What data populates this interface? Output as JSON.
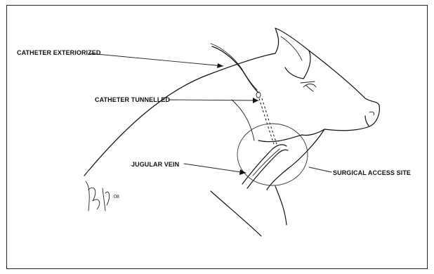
{
  "labels": {
    "catheter_exteriorized": "CATHETER EXTERIORIZED",
    "catheter_tunnelled": "CATHETER TUNNELLED",
    "jugular_vein": "JUGULAR VEIN",
    "surgical_access_site": "SURGICAL ACCESS SITE"
  },
  "signature": "08"
}
